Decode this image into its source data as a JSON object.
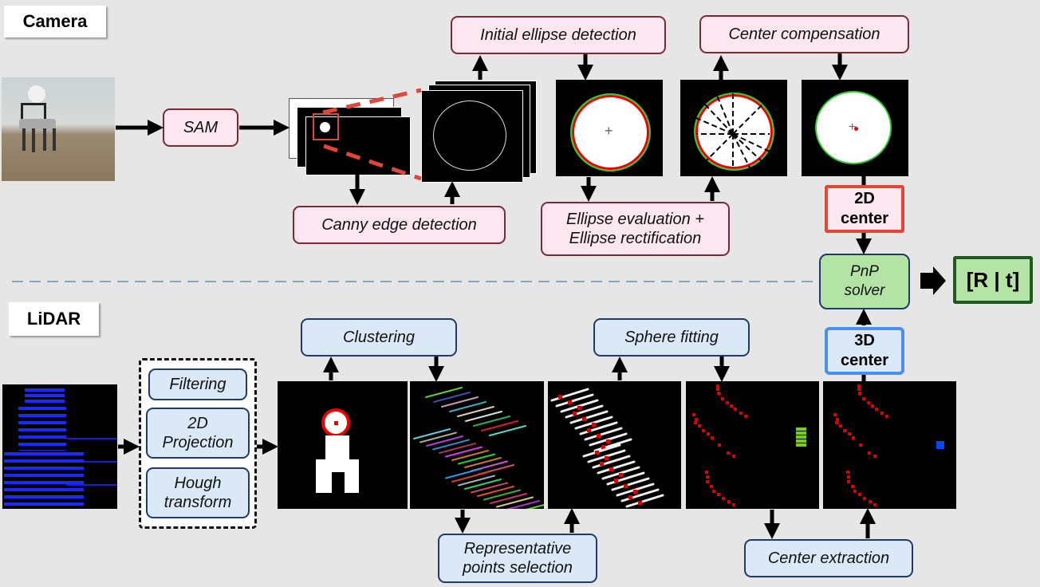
{
  "sections": {
    "camera": "Camera",
    "lidar": "LiDAR"
  },
  "camera_steps": {
    "sam": "SAM",
    "canny": "Canny edge detection",
    "initial_ellipse": "Initial ellipse detection",
    "ellipse_eval": "Ellipse evaluation +\nEllipse rectification",
    "center_comp": "Center compensation",
    "center_2d": "2D\ncenter"
  },
  "lidar_steps": {
    "filtering": "Filtering",
    "projection": "2D\nProjection",
    "hough": "Hough\ntransform",
    "clustering": "Clustering",
    "rep_points": "Representative\npoints selection",
    "sphere": "Sphere fitting",
    "center_extraction": "Center extraction",
    "center_3d": "3D\ncenter"
  },
  "fusion": {
    "pnp": "PnP\nsolver",
    "result": "[R | t]"
  },
  "colors": {
    "camera_box_fill": "#fce6ef",
    "camera_box_border": "#7a2a35",
    "lidar_box_fill": "#dbe8f8",
    "lidar_box_border": "#1f3a6b",
    "center_2d_border": "#e0463a",
    "center_3d_border": "#4a8ef0",
    "pnp_fill": "#b3e3a5",
    "result_border": "#1e5a1e",
    "zoom_dash": "#e0463a",
    "separator": "#8aa3b5"
  }
}
